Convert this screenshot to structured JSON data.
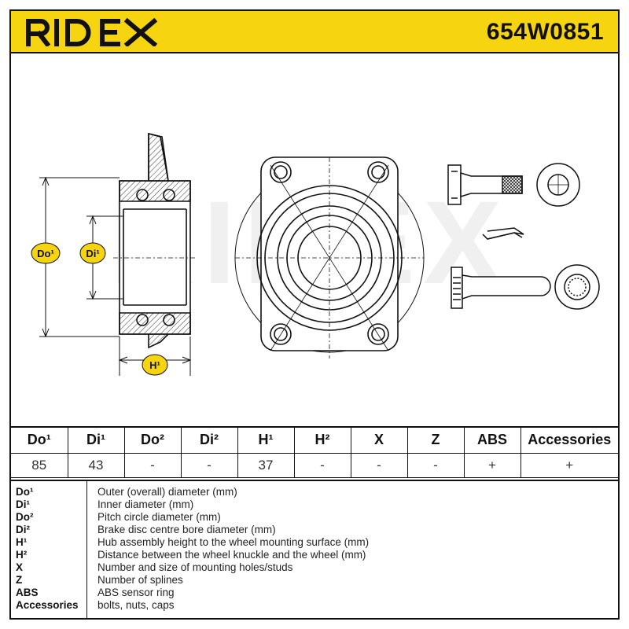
{
  "brand": {
    "name": "RIDEX",
    "color": "#f6d40f"
  },
  "part_number": "654W0851",
  "diagram": {
    "watermark": "RIDEX",
    "labels": {
      "do": "Do¹",
      "di": "Di¹",
      "h": "H¹"
    },
    "icons": [
      "wheel-bearing-section-icon",
      "hub-flange-front-view-icon",
      "flange-bolt-icon",
      "retaining-clip-icon",
      "axle-nut-icon"
    ]
  },
  "specs_table": {
    "headers": [
      "Do¹",
      "Di¹",
      "Do²",
      "Di²",
      "H¹",
      "H²",
      "X",
      "Z",
      "ABS",
      "Accessories"
    ],
    "values": [
      "85",
      "43",
      "-",
      "-",
      "37",
      "-",
      "-",
      "-",
      "+",
      "+"
    ]
  },
  "legend": [
    {
      "abbr": "Do¹",
      "desc": "Outer (overall) diameter (mm)"
    },
    {
      "abbr": "Di¹",
      "desc": "Inner diameter (mm)"
    },
    {
      "abbr": "Do²",
      "desc": "Pitch circle diameter (mm)"
    },
    {
      "abbr": "Di²",
      "desc": "Brake disc centre bore diameter (mm)"
    },
    {
      "abbr": "H¹",
      "desc": "Hub assembly height to the wheel mounting surface (mm)"
    },
    {
      "abbr": "H²",
      "desc": "Distance between the wheel knuckle and the wheel (mm)"
    },
    {
      "abbr": "X",
      "desc": "Number and size of mounting holes/studs"
    },
    {
      "abbr": "Z",
      "desc": "Number of splines"
    },
    {
      "abbr": "ABS",
      "desc": "ABS sensor ring"
    },
    {
      "abbr": "Accessories",
      "desc": "bolts, nuts, caps"
    }
  ]
}
